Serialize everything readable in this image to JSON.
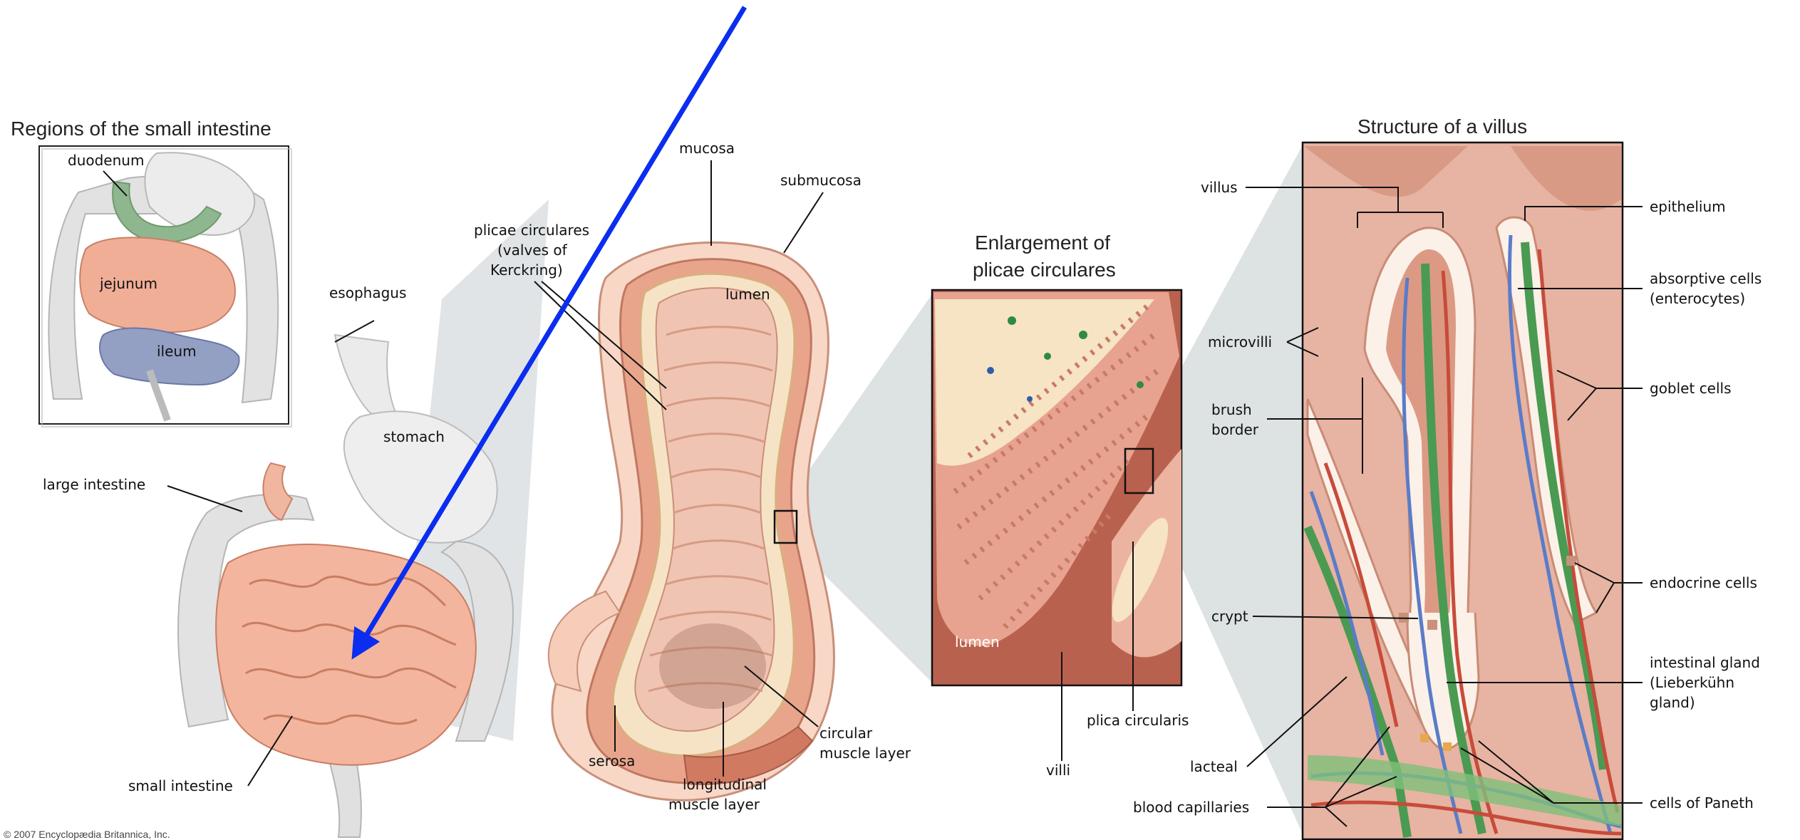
{
  "titles": {
    "regions": "Regions of the small intestine",
    "enlargement_1": "Enlargement of",
    "enlargement_2": "plicae circulares",
    "villus": "Structure of a villus"
  },
  "inset": {
    "duodenum": "duodenum",
    "jejunum": "jejunum",
    "ileum": "ileum"
  },
  "gi_tract": {
    "esophagus": "esophagus",
    "stomach": "stomach",
    "large_intestine": "large intestine",
    "small_intestine": "small intestine"
  },
  "wall_section": {
    "mucosa": "mucosa",
    "submucosa": "submucosa",
    "plicae_1": "plicae circulares",
    "plicae_2": "(valves of",
    "plicae_3": "Kerckring)",
    "lumen": "lumen",
    "serosa": "serosa",
    "longitudinal_1": "longitudinal",
    "longitudinal_2": "muscle layer",
    "circular_1": "circular",
    "circular_2": "muscle layer"
  },
  "enlargement": {
    "lumen": "lumen",
    "villi": "villi",
    "plica_circularis": "plica circularis"
  },
  "villus_left": {
    "villus": "villus",
    "microvilli": "microvilli",
    "brush_1": "brush",
    "brush_2": "border",
    "crypt": "crypt",
    "lacteal": "lacteal",
    "blood_capillaries": "blood capillaries"
  },
  "villus_right": {
    "epithelium": "epithelium",
    "absorptive_1": "absorptive cells",
    "absorptive_2": "(enterocytes)",
    "goblet": "goblet cells",
    "endocrine": "endocrine cells",
    "gland_1": "intestinal gland",
    "gland_2": "(Lieberkühn",
    "gland_3": "gland)",
    "paneth": "cells of Paneth"
  },
  "copyright": "© 2007 Encyclopædia Britannica, Inc.",
  "colors": {
    "arrow": "#0a2df0",
    "intestine": "#f2b39a",
    "tissue": "#e8a58e",
    "muscle": "#c9705a",
    "lumen_wall": "#b8594a",
    "capillary_red": "#c84b3a",
    "capillary_blue": "#5a7cc8",
    "lacteal": "#4a9a52",
    "gray_organ": "#e3e3e3"
  }
}
